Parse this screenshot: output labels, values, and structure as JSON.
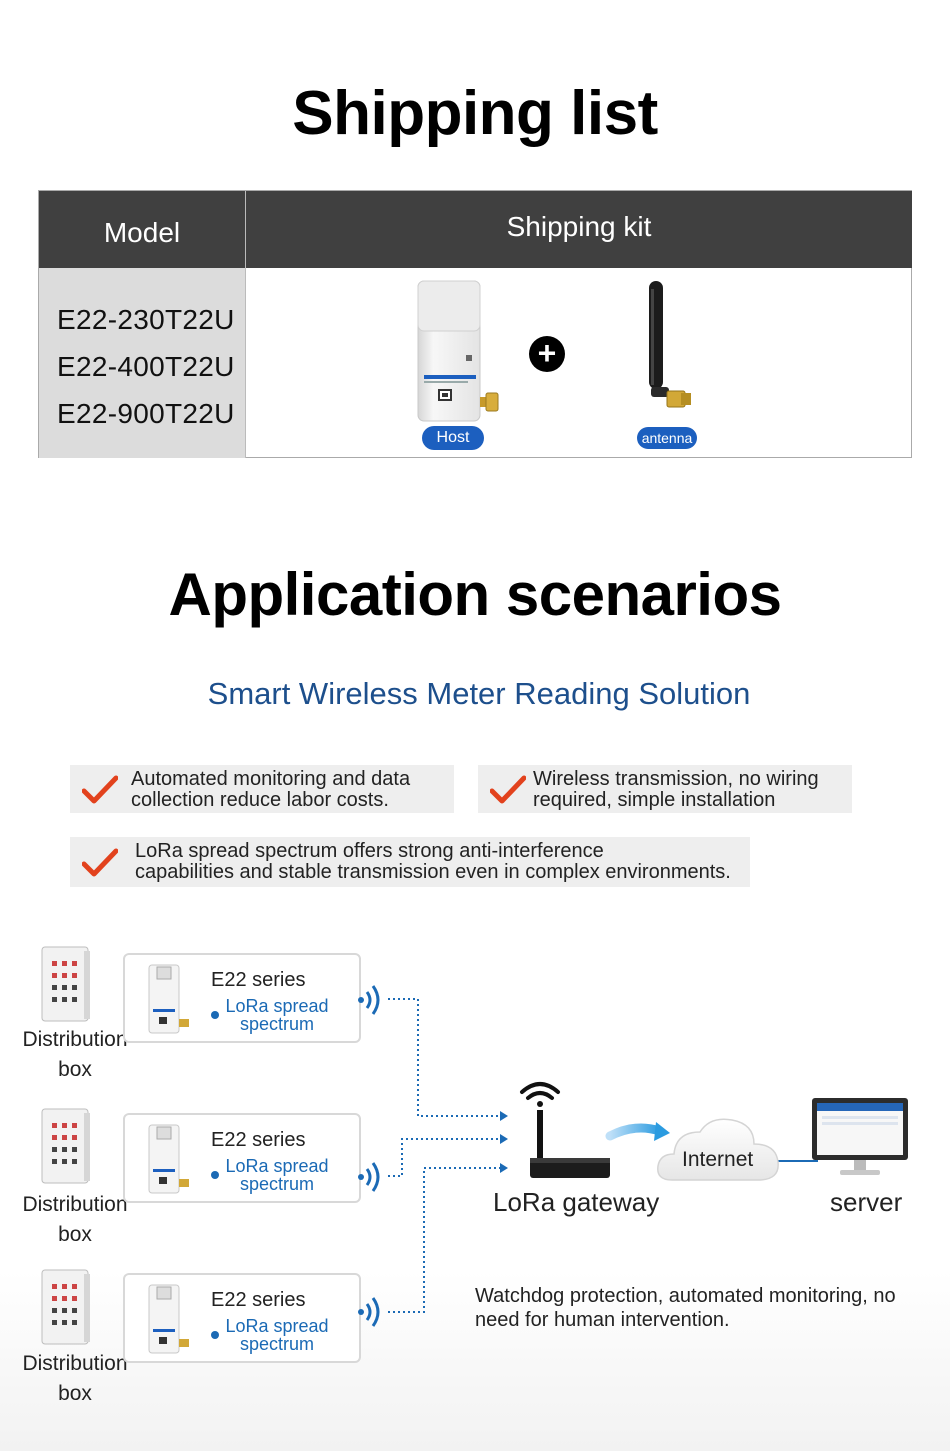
{
  "shipping": {
    "title": "Shipping list",
    "header_model": "Model",
    "header_kit": "Shipping kit",
    "models": [
      "E22-230T22U",
      "E22-400T22U",
      "E22-900T22U"
    ],
    "kit_items": [
      {
        "label": "Host",
        "icon": "usb-lora-module-icon"
      },
      {
        "label": "antenna",
        "icon": "antenna-icon"
      }
    ],
    "plus_symbol": "+",
    "header_color": "#404040",
    "model_cell_color": "#dcdcdc",
    "pill_color": "#1c5fbf"
  },
  "application": {
    "title": "Application scenarios",
    "subtitle": "Smart Wireless Meter Reading Solution",
    "subtitle_color": "#1d4f8c",
    "features": [
      {
        "line1": "Automated monitoring and data",
        "line2": "collection reduce labor costs."
      },
      {
        "line1": "Wireless transmission, no wiring",
        "line2": "required, simple installation"
      },
      {
        "line1": "LoRa spread spectrum offers strong anti-interference",
        "line2": "capabilities and stable transmission even in complex environments."
      }
    ],
    "check_color": "#e2421d",
    "nodes": [
      {
        "box_line1": "Distribution",
        "box_line2": "box",
        "series": "E22 series",
        "lora_line1": "LoRa spread",
        "lora_line2": "spectrum"
      },
      {
        "box_line1": "Distribution",
        "box_line2": "box",
        "series": "E22 series",
        "lora_line1": "LoRa spread",
        "lora_line2": "spectrum"
      },
      {
        "box_line1": "Distribution",
        "box_line2": "box",
        "series": "E22 series",
        "lora_line1": "LoRa spread",
        "lora_line2": "spectrum"
      }
    ],
    "gateway_label": "LoRa gateway",
    "internet_label": "Internet",
    "server_label": "server",
    "note_text": "Watchdog protection, automated monitoring, no need for human intervention.",
    "accent_color": "#1b6ab5"
  }
}
